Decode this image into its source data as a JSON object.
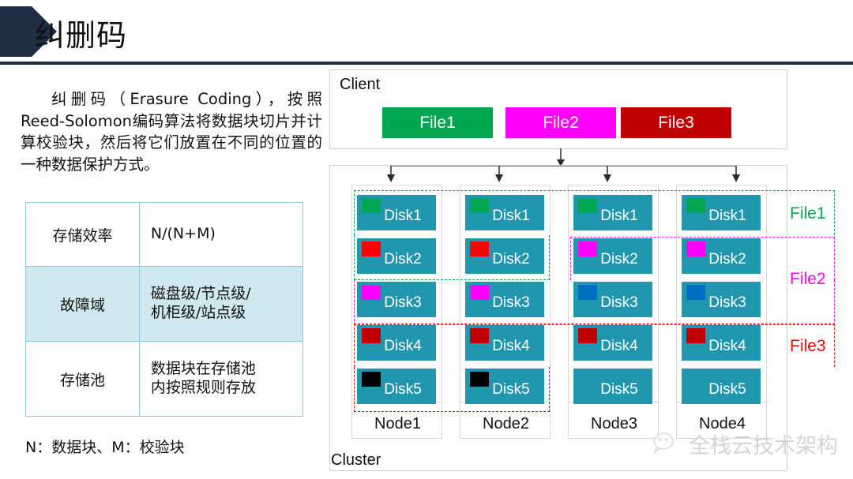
{
  "header": {
    "title": "纠删码",
    "banner_color": "#1F2D45"
  },
  "left": {
    "intro": "纠删码（Erasure Coding），按照Reed-Solomon编码算法将数据块切片并计算校验块，然后将它们放置在不同的位置的一种数据保护方式。",
    "table": {
      "rows": [
        {
          "name": "存储效率",
          "value_lines": [
            "N/(N+M)"
          ],
          "highlight": false
        },
        {
          "name": "故障域",
          "value_lines": [
            "磁盘级/节点级/",
            "机柜级/站点级"
          ],
          "highlight": true
        },
        {
          "name": "存储池",
          "value_lines": [
            "数据块在存储池",
            "内按照规则存放"
          ],
          "highlight": false
        }
      ]
    },
    "note": "N：数据块、M：校验块"
  },
  "diagram": {
    "client_label": "Client",
    "cluster_label": "Cluster",
    "files": [
      {
        "label": "File1",
        "color": "#00A650"
      },
      {
        "label": "File2",
        "color": "#FF00FF"
      },
      {
        "label": "File3",
        "color": "#C00000"
      }
    ],
    "disk_color": "#2196AF",
    "nodes": [
      {
        "label": "Node1",
        "disks": [
          {
            "label": "Disk1",
            "swatch": "#00A650"
          },
          {
            "label": "Disk2",
            "swatch": "#FF0000"
          },
          {
            "label": "Disk3",
            "swatch": "#FF00FF"
          },
          {
            "label": "Disk4",
            "swatch": "#C00000"
          },
          {
            "label": "Disk5",
            "swatch": "#000000"
          }
        ]
      },
      {
        "label": "Node2",
        "disks": [
          {
            "label": "Disk1",
            "swatch": "#00A650"
          },
          {
            "label": "Disk2",
            "swatch": "#FF0000"
          },
          {
            "label": "Disk3",
            "swatch": "#FF00FF"
          },
          {
            "label": "Disk4",
            "swatch": "#C00000"
          },
          {
            "label": "Disk5",
            "swatch": "#000000"
          }
        ]
      },
      {
        "label": "Node3",
        "disks": [
          {
            "label": "Disk1",
            "swatch": "#00A650"
          },
          {
            "label": "Disk2",
            "swatch": "#FF00FF"
          },
          {
            "label": "Disk3",
            "swatch": "#0070C0"
          },
          {
            "label": "Disk4",
            "swatch": "#C00000"
          },
          {
            "label": "Disk5",
            "swatch": null
          }
        ]
      },
      {
        "label": "Node4",
        "disks": [
          {
            "label": "Disk1",
            "swatch": "#00A650"
          },
          {
            "label": "Disk2",
            "swatch": "#FF00FF"
          },
          {
            "label": "Disk3",
            "swatch": "#0070C0"
          },
          {
            "label": "Disk4",
            "swatch": "#C00000"
          },
          {
            "label": "Disk5",
            "swatch": null
          }
        ]
      }
    ],
    "regions": [
      {
        "label": "File1",
        "color": "#00A650"
      },
      {
        "label": "File2",
        "color": "#FF00FF"
      },
      {
        "label": "File3",
        "color": "#FF0000"
      }
    ]
  },
  "watermark": {
    "text": "全栈云技术架构",
    "icon": "wechat-icon"
  }
}
